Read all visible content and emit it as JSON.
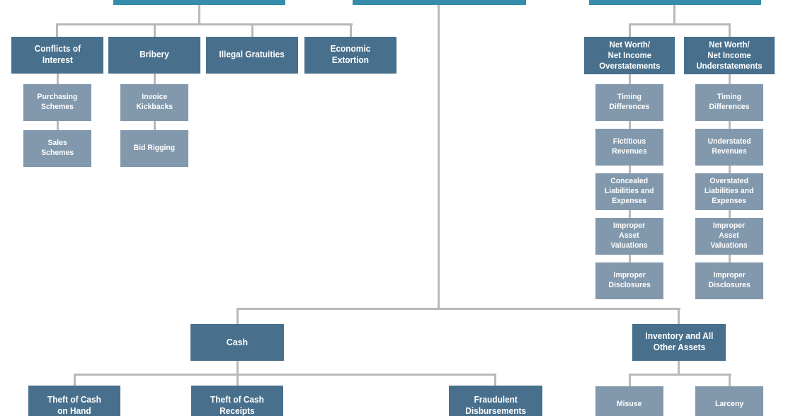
{
  "colors": {
    "header_teal": "#358cab",
    "category_dark": "#48708d",
    "subcategory_light": "#8298ac",
    "connector_gray": "#b9b9b9",
    "label_text": "#ffffff"
  },
  "nodes": {
    "top_left_header": {
      "label": ""
    },
    "top_center_header": {
      "label": ""
    },
    "top_right_header": {
      "label": ""
    },
    "conflicts_of_interest": {
      "label": "Conflicts of\nInterest"
    },
    "bribery": {
      "label": "Bribery"
    },
    "illegal_gratuities": {
      "label": "Illegal Gratuities"
    },
    "economic_extortion": {
      "label": "Economic\nExtortion"
    },
    "purchasing_schemes": {
      "label": "Purchasing\nSchemes"
    },
    "sales_schemes": {
      "label": "Sales\nSchemes"
    },
    "invoice_kickbacks": {
      "label": "Invoice\nKickbacks"
    },
    "bid_rigging": {
      "label": "Bid Rigging"
    },
    "net_worth_overstatements": {
      "label": "Net Worth/\nNet Income\nOverstatements"
    },
    "net_worth_understatements": {
      "label": "Net Worth/\nNet Income\nUnderstatements"
    },
    "timing_differences_over": {
      "label": "Timing\nDifferences"
    },
    "fictitious_revenues": {
      "label": "Fictitious\nRevenues"
    },
    "concealed_liabilities_expenses": {
      "label": "Concealed\nLiabilities and\nExpenses"
    },
    "improper_asset_valuations_over": {
      "label": "Improper\nAsset\nValuations"
    },
    "improper_disclosures_over": {
      "label": "Improper\nDisclosures"
    },
    "timing_differences_under": {
      "label": "Timing\nDifferences"
    },
    "understated_revenues": {
      "label": "Understated\nRevenues"
    },
    "overstated_liabilities_expenses": {
      "label": "Overstated\nLiabilities and\nExpenses"
    },
    "improper_asset_valuations_under": {
      "label": "Improper\nAsset\nValuations"
    },
    "improper_disclosures_under": {
      "label": "Improper\nDisclosures"
    },
    "cash": {
      "label": "Cash"
    },
    "inventory_and_all_other_assets": {
      "label": "Inventory and All\nOther Assets"
    },
    "theft_of_cash_on_hand": {
      "label": "Theft of Cash\non Hand"
    },
    "theft_of_cash_receipts": {
      "label": "Theft of Cash\nReceipts"
    },
    "fraudulent_disbursements": {
      "label": "Fraudulent\nDisbursements"
    },
    "misuse": {
      "label": "Misuse"
    },
    "larceny": {
      "label": "Larceny"
    }
  }
}
